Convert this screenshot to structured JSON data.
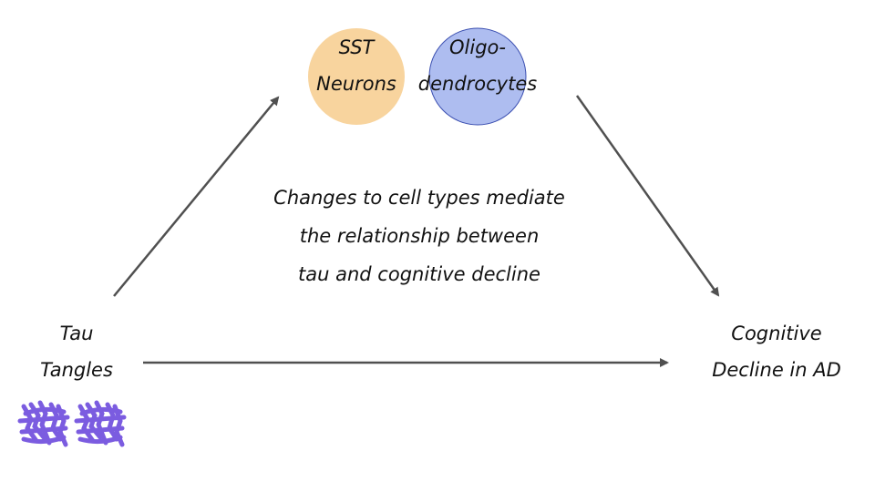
{
  "nodes": {
    "tau": {
      "lines": [
        "Tau",
        "Tangles"
      ]
    },
    "cognitive": {
      "lines": [
        "Cognitive",
        "Decline in AD"
      ]
    },
    "sst": {
      "lines": [
        "SST",
        "Neurons"
      ],
      "fill": "#f8d49e"
    },
    "oligo": {
      "lines": [
        "Oligo-",
        "dendrocytes"
      ],
      "fill": "#aebdf0",
      "stroke": "#3b4fb0"
    }
  },
  "mediation_text": [
    "Changes to cell types mediate",
    "the relationship between",
    "tau and cognitive decline"
  ],
  "colors": {
    "arrow": "#505050",
    "tangle": "#7b5ce0",
    "text": "#111111"
  },
  "icons": [
    "tau-tangle-icon",
    "tau-tangle-icon"
  ]
}
